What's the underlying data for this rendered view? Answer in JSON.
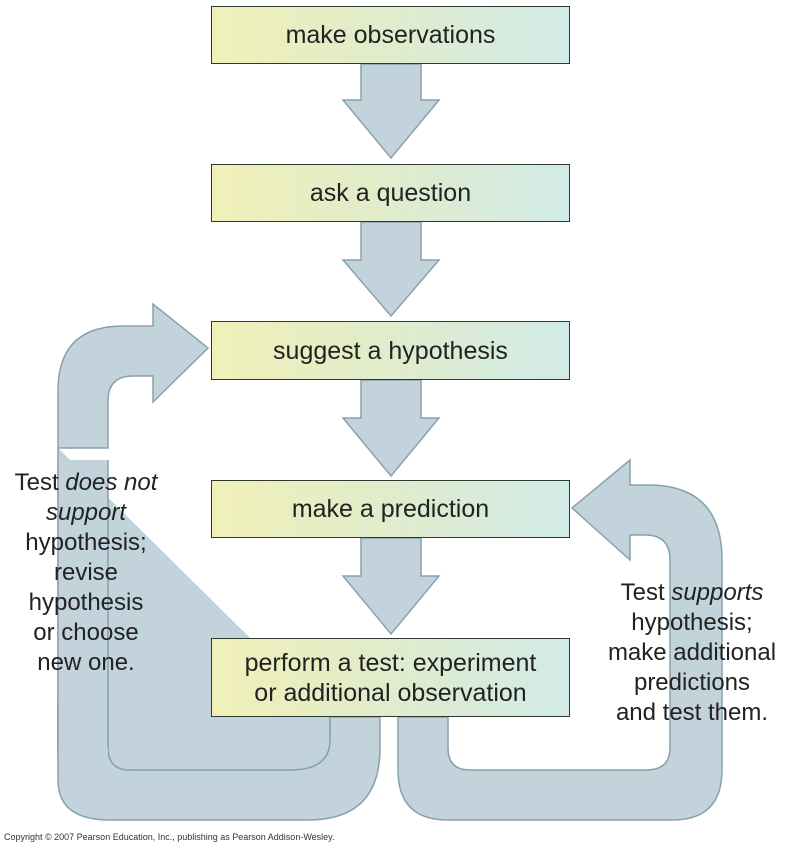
{
  "steps": {
    "observe": "make observations",
    "question": "ask a question",
    "hypothesis": "suggest a hypothesis",
    "prediction": "make a prediction",
    "test_line1": "perform a test: experiment",
    "test_line2": "or additional observation"
  },
  "left_feedback": {
    "l1_pre": "Test ",
    "l1_em": "does not",
    "l2_em": "support",
    "l3": "hypothesis;",
    "l4": "revise",
    "l5": "hypothesis",
    "l6": "or choose",
    "l7": "new one."
  },
  "right_feedback": {
    "l1_pre": "Test ",
    "l1_em": "supports",
    "l2": "hypothesis;",
    "l3": "make additional",
    "l4": "predictions",
    "l5": "and test them."
  },
  "copyright": "Copyright © 2007 Pearson Education, Inc., publishing as Pearson Addison-Wesley.",
  "colors": {
    "arrow_fill": "#c2d3dc",
    "arrow_stroke": "#8aa0ad",
    "box_border": "#2f3a2f"
  }
}
